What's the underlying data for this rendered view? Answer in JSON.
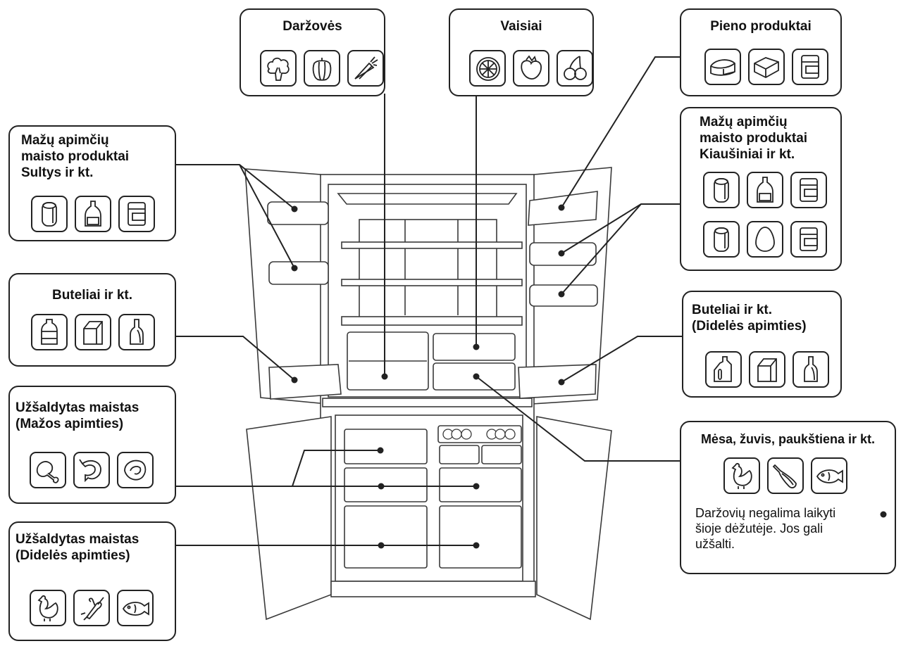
{
  "callouts": {
    "darzoves": {
      "title": "Daržovės",
      "icons": [
        "broccoli-icon",
        "pepper-icon",
        "carrot-icon"
      ]
    },
    "vaisiai": {
      "title": "Vaisiai",
      "icons": [
        "citrus-slice-icon",
        "strawberry-icon",
        "cherry-icon"
      ]
    },
    "pieno": {
      "title": "Pieno produktai",
      "icons": [
        "cheese-icon",
        "butter-icon",
        "dairy-carton-icon"
      ]
    },
    "mazu_left": {
      "title_lines": [
        "Mažų apimčių",
        "maisto produktai",
        "Sultys ir kt."
      ],
      "icons": [
        "can-icon",
        "sauce-bottle-icon",
        "carton-icon"
      ]
    },
    "mazu_right": {
      "title_lines": [
        "Mažų apimčių",
        "maisto produktai",
        "Kiaušiniai ir kt."
      ],
      "icons": [
        "can-icon",
        "sauce-bottle-icon",
        "carton-icon",
        "can-icon",
        "egg-icon",
        "carton-icon"
      ]
    },
    "buteliai_left": {
      "title": "Buteliai ir kt.",
      "icons": [
        "water-bottle-icon",
        "milk-carton-icon",
        "wine-bottle-icon"
      ]
    },
    "buteliai_right": {
      "title_lines": [
        "Buteliai ir kt.",
        "(Didelės apimties)"
      ],
      "icons": [
        "jug-icon",
        "milk-carton-icon",
        "wine-bottle-icon"
      ]
    },
    "uzsaldytas_mazos": {
      "title_lines": [
        "Užšaldytas maistas",
        "(Mažos apimties)"
      ],
      "icons": [
        "chicken-leg-icon",
        "shrimp-icon",
        "fish-steak-icon"
      ]
    },
    "uzsaldytas_dideles": {
      "title_lines": [
        "Užšaldytas maistas",
        "(Didelės apimties)"
      ],
      "icons": [
        "rooster-icon",
        "lobster-icon",
        "fish-icon"
      ]
    },
    "mesa": {
      "title": "Mėsa, žuvis, paukštiena ir kt.",
      "icons": [
        "rooster-icon",
        "ham-leg-icon",
        "fish-icon"
      ],
      "note_lines": [
        "Daržovių negalima laikyti",
        "šioje dėžutėje. Jos gali",
        "užšalti."
      ]
    }
  },
  "colors": {
    "line": "#222222",
    "fridge_stroke": "#3a3a3a",
    "fridge_fill": "#ffffff"
  }
}
